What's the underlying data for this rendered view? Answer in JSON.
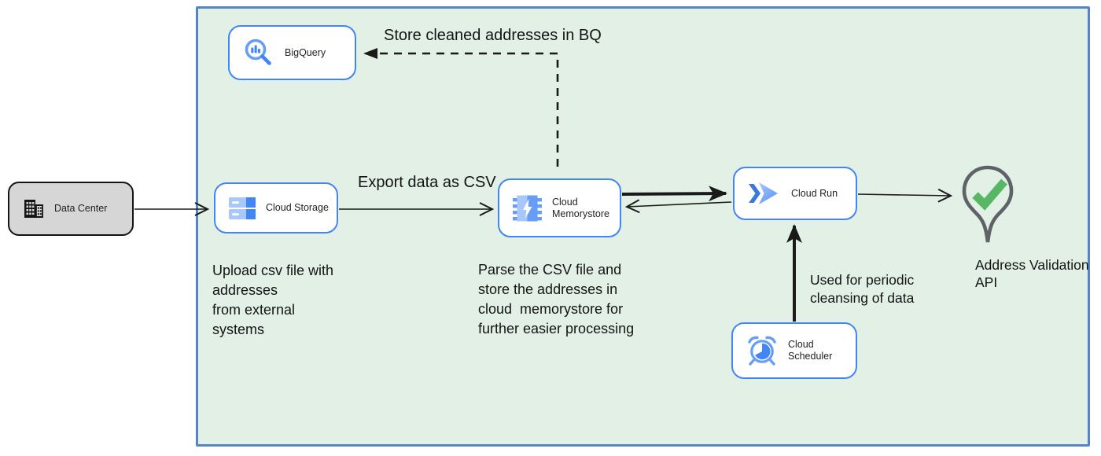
{
  "nodes": {
    "data_center": {
      "label": "Data Center"
    },
    "bigquery": {
      "label": "BigQuery"
    },
    "cloud_storage": {
      "label": "Cloud Storage"
    },
    "cloud_memorystore": {
      "label": "Cloud\nMemorystore"
    },
    "cloud_run": {
      "label": "Cloud Run"
    },
    "cloud_scheduler": {
      "label": "Cloud Scheduler"
    },
    "address_validation_api": {
      "label": "Address Validation\nAPI"
    }
  },
  "annotations": {
    "store_cleaned_addresses": "Store cleaned addresses in BQ",
    "export_data": "Export data as CSV",
    "upload_csv": "Upload csv file with\naddresses\nfrom external\nsystems",
    "parse_csv": "Parse the CSV file and\nstore the addresses in\ncloud  memorystore for\nfurther easier processing",
    "periodic_cleansing": "Used for periodic\ncleansing of data"
  },
  "icons": {
    "data_center": "building-icon",
    "bigquery": "magnifier-chart-icon",
    "cloud_storage": "storage-buckets-icon",
    "cloud_memorystore": "memory-chip-bolt-icon",
    "cloud_run": "double-chevron-icon",
    "cloud_scheduler": "alarm-clock-icon",
    "address_validation_api": "map-pin-check-icon"
  },
  "colors": {
    "container_fill": "#e2f0e6",
    "container_border": "#5585c8",
    "node_border": "#4285f4",
    "node_fill": "#ffffff",
    "external_node_fill": "#d6d6d6",
    "icon_blue": "#4285f4",
    "icon_blue_light": "#a8c7fa",
    "icon_blue_mid": "#669df6",
    "arrow_black": "#1a1a1a",
    "check_green": "#58b764",
    "pin_gray": "#5f6368"
  }
}
